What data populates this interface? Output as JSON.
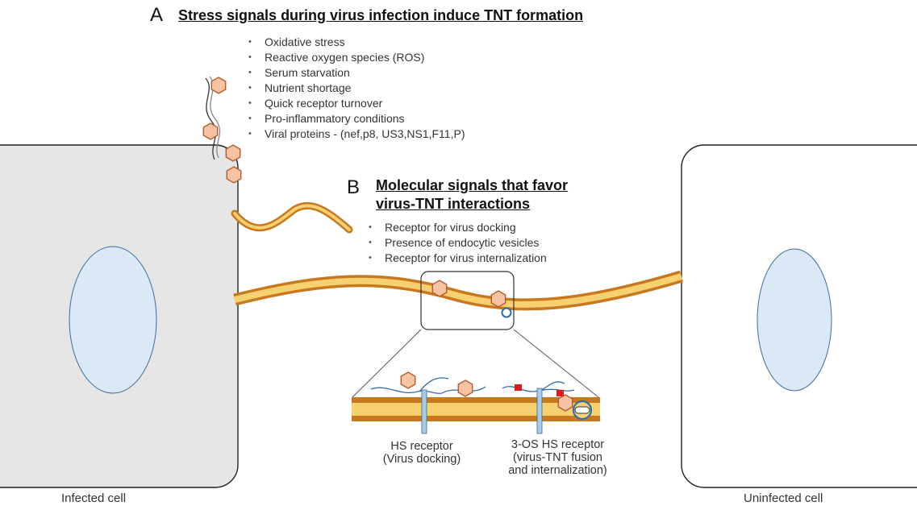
{
  "panel_a": {
    "letter": "A",
    "title": "Stress signals during virus infection induce TNT formation",
    "items": [
      "Oxidative stress",
      "Reactive oxygen species (ROS)",
      "Serum starvation",
      "Nutrient shortage",
      "Quick receptor turnover",
      "Pro-inflammatory conditions",
      "Viral proteins -  (nef,p8, US3,NS1,F11,P)"
    ]
  },
  "panel_b": {
    "letter": "B",
    "title_line1": "Molecular signals that favor",
    "title_line2": "virus-TNT interactions",
    "items": [
      "Receptor for virus docking",
      "Presence of endocytic vesicles",
      "Receptor for virus internalization"
    ]
  },
  "receptors": {
    "hs_line1": "HS receptor",
    "hs_line2": "(Virus docking)",
    "os_line1": "3-OS HS receptor",
    "os_line2": "(virus-TNT  fusion",
    "os_line3": "and internalization)"
  },
  "cells": {
    "infected": "Infected cell",
    "uninfected": "Uninfected cell"
  },
  "colors": {
    "cell_fill": "#e6e6e6",
    "nucleus_fill": "#dbe8f5",
    "tnt_outer": "#c8781e",
    "tnt_inner": "#f7d070",
    "virus_fill": "#f6c3a3",
    "virus_stroke": "#b05a2e",
    "receptor": "#a9cbe6",
    "marker": "#e11b1b"
  }
}
